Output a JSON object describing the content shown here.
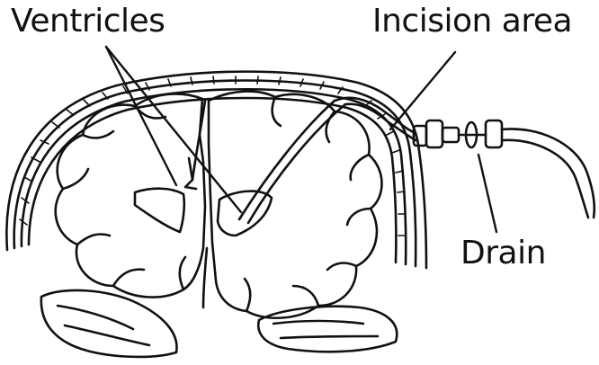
{
  "labels": {
    "ventricles": "Ventricles",
    "incision": "Incision area",
    "drain": "Drain"
  },
  "colors": {
    "ink": "#111111",
    "background": "#ffffff"
  }
}
